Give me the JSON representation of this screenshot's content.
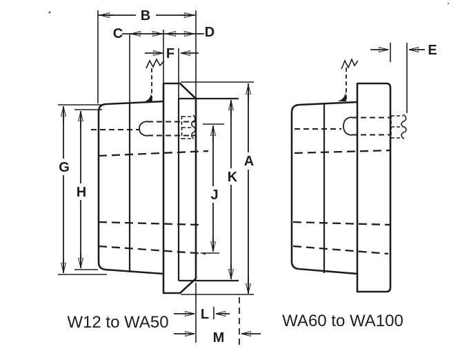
{
  "drawing": {
    "labels": {
      "A": "A",
      "B": "B",
      "C": "C",
      "D": "D",
      "E": "E",
      "F": "F",
      "G": "G",
      "H": "H",
      "J": "J",
      "K": "K",
      "L": "L",
      "M": "M"
    },
    "captions": {
      "left": "W12 to WA50",
      "right": "WA60 to WA100"
    }
  },
  "colors": {
    "line": "#1d1d1d",
    "background": "#ffffff"
  }
}
